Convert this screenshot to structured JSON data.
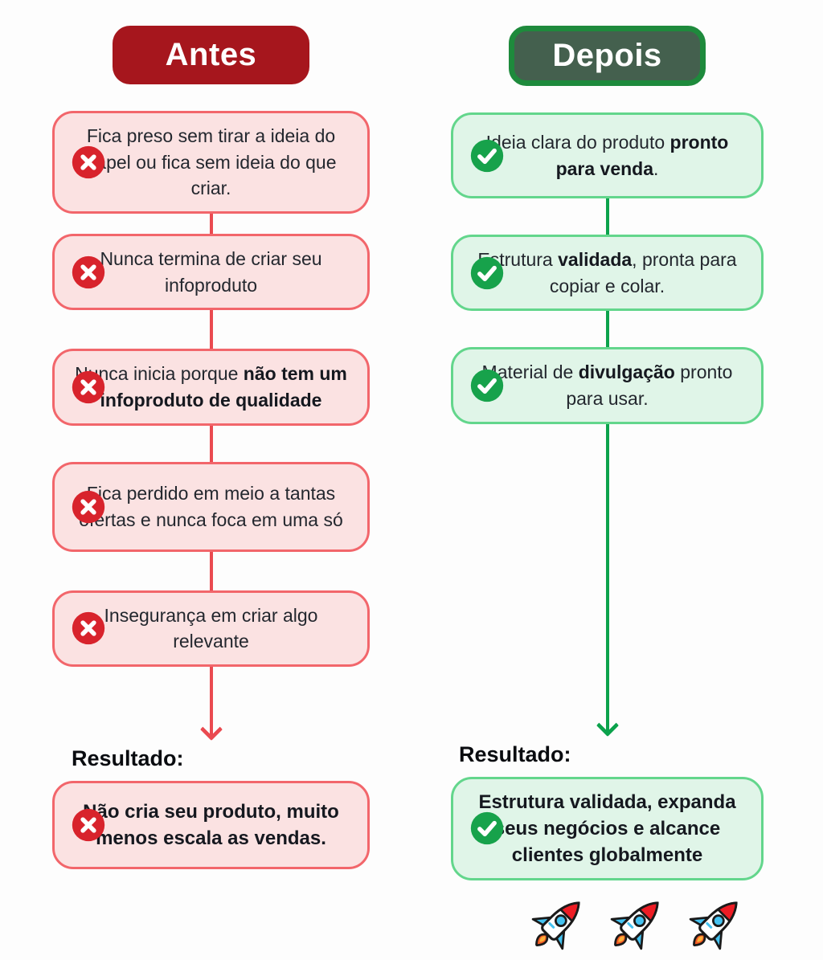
{
  "page": {
    "background": "#ffffff",
    "language": "pt-BR"
  },
  "colors": {
    "antes_header_bg": "#a6161d",
    "antes_box_bg": "#fbe2e2",
    "antes_box_border": "#f2666b",
    "antes_icon": "#d8232c",
    "antes_line": "#ea4a50",
    "depois_header_bg": "#44604e",
    "depois_header_border": "#1e8a3c",
    "depois_box_bg": "#e0f5e8",
    "depois_box_border": "#63d68c",
    "depois_icon": "#17a24b",
    "depois_line": "#0ca24c"
  },
  "icons": {
    "error": "x-circle-icon",
    "success": "check-circle-icon",
    "decoration": "rocket-icon",
    "rocket_count": 3
  },
  "antes": {
    "header": "Antes",
    "items": [
      {
        "pre": "Fica preso sem tirar a ideia do papel ou fica sem ideia do que criar.",
        "bold": "",
        "post": ""
      },
      {
        "pre": "Nunca termina de criar seu infoproduto",
        "bold": "",
        "post": ""
      },
      {
        "pre": "Nunca inicia porque ",
        "bold": "não tem um infoproduto de qualidade",
        "post": ""
      },
      {
        "pre": "Fica perdido em meio a tantas ofertas e nunca foca em uma só",
        "bold": "",
        "post": ""
      },
      {
        "pre": "Insegurança em criar algo relevante",
        "bold": "",
        "post": ""
      }
    ],
    "result_label": "Resultado:",
    "result": {
      "pre": "",
      "bold": "Não cria seu produto, muito menos escala as vendas.",
      "post": ""
    }
  },
  "depois": {
    "header": "Depois",
    "items": [
      {
        "pre": "Ideia clara do produto ",
        "bold": "pronto para venda",
        "post": "."
      },
      {
        "pre": "Estrutura ",
        "bold": "validada",
        "post": ", pronta para copiar e colar."
      },
      {
        "pre": "Material de ",
        "bold": "divulgação",
        "post": " pronto para usar."
      }
    ],
    "result_label": "Resultado:",
    "result": {
      "pre": "",
      "bold": "Estrutura validada, expanda seus negócios e alcance clientes globalmente",
      "post": ""
    }
  }
}
